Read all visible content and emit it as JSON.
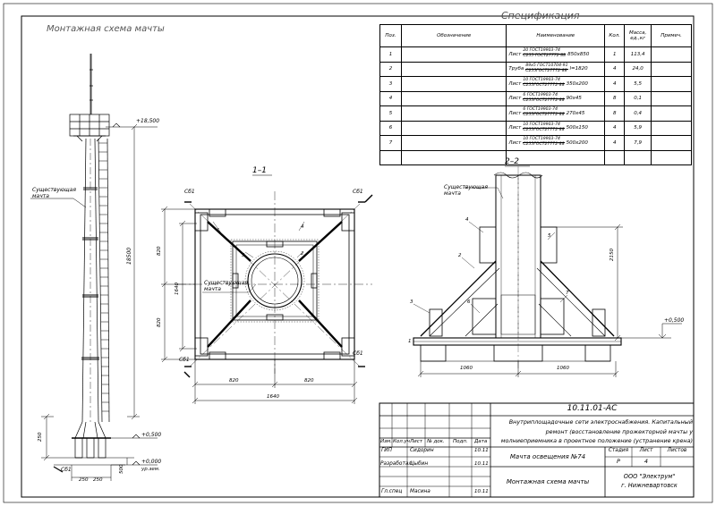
{
  "drawing": {
    "main_title": "Монтажная схема мачты",
    "section_1": "1–1",
    "section_2": "2–2"
  },
  "labels": {
    "existing_mast": "Существующая мачта",
    "elev_top": "+18,500",
    "elev_mid": "+0,500",
    "elev_zero": "+0,000",
    "ground": "ур.зем.",
    "height_total": "18500",
    "dim_250_a": "250",
    "dim_500": "500",
    "dim_250_b": "250",
    "dim_250_c": "250",
    "sb1": "Сб1",
    "dim_820": "820",
    "dim_1640": "1640",
    "dim_1060": "1060",
    "dim_2150": "2150",
    "elev_2_2": "+0,500",
    "nums": [
      "1",
      "2",
      "3",
      "4",
      "5",
      "6",
      "7"
    ]
  },
  "spec": {
    "title": "Спецификация",
    "headers": [
      "Поз.",
      "Обозначение",
      "Наименование",
      "Кол.",
      "Масса, ед.,кг",
      "Примеч."
    ],
    "rows": [
      {
        "pos": "1",
        "prefix": "Лист",
        "top": "20 ГОСТ19903-74",
        "bottom": "С255 ГОСТ27772-88",
        "size": "850x850",
        "qty": "1",
        "mass": "113,4"
      },
      {
        "pos": "2",
        "prefix": "Труба",
        "top": "89x5 ГОСТ10704-91",
        "bottom": "С255ГОСТ27772-88",
        "size": "l=1820",
        "qty": "4",
        "mass": "24,0"
      },
      {
        "pos": "3",
        "prefix": "Лист",
        "top": "10 ГОСТ19903-74",
        "bottom": "С255ГОСТ27772-88",
        "size": "350x200",
        "qty": "4",
        "mass": "5,5"
      },
      {
        "pos": "4",
        "prefix": "Лист",
        "top": "6 ГОСТ19903-74",
        "bottom": "С255ГОСТ27772-88",
        "size": "90x45",
        "qty": "8",
        "mass": "0,1"
      },
      {
        "pos": "5",
        "prefix": "Лист",
        "top": "6 ГОСТ19903-74",
        "bottom": "С255ГОСТ27772-88",
        "size": "270x45",
        "qty": "8",
        "mass": "0,4"
      },
      {
        "pos": "6",
        "prefix": "Лист",
        "top": "10 ГОСТ19903-74",
        "bottom": "С255ГОСТ27772-88",
        "size": "500x150",
        "qty": "4",
        "mass": "5,9"
      },
      {
        "pos": "7",
        "prefix": "Лист",
        "top": "10 ГОСТ19903-74",
        "bottom": "С255ГОСТ27772-88",
        "size": "500x200",
        "qty": "4",
        "mass": "7,9"
      }
    ]
  },
  "title_block": {
    "code": "10.11.01-АС",
    "description": "Внутриплощадочные сети электроснабжения. Капитальный ремонт (восстановление прожекторной мачты у молниеприемника в проектное положение (устранение крена)",
    "col_headers": [
      "Изм.",
      "Кол.уч",
      "Лист",
      "№ док.",
      "Подп.",
      "Дата"
    ],
    "gip_role": "ГИП",
    "gip_name": "Сидорин",
    "gip_date": "10.11",
    "dev_role": "Разработал",
    "dev_name": "Цыбин",
    "dev_date": "10.11",
    "spec_role": "Гл.спец",
    "spec_name": "Масина",
    "spec_date": "10.11",
    "object": "Мачта освещения №74",
    "stage_label": "Стадия",
    "sheet_label": "Лист",
    "sheets_label": "Листов",
    "stage": "Р",
    "sheet": "4",
    "sheet_title": "Монтажная схема мачты",
    "company": "ООО \"Электрум\"",
    "city": "г. Нижневартовск"
  }
}
